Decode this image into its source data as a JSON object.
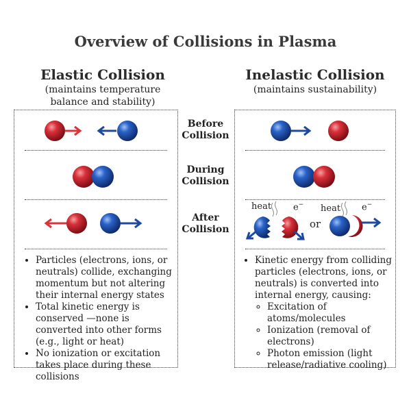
{
  "title": "Overview of Collisions in Plasma",
  "elastic": {
    "title": "Elastic Collision",
    "subtitle_1": "(maintains temperature",
    "subtitle_2": "balance and stability)",
    "notes": [
      "Particles (electrons, ions, or neutrals) collide, exchanging momentum but not altering their internal energy states",
      "Total kinetic energy is conserved —none is converted into other forms (e.g., light or heat)",
      "No ionization or excitation takes place during these collisions"
    ]
  },
  "inelastic": {
    "title": "Inelastic Collision",
    "subtitle": "(maintains sustainability)",
    "note": "Kinetic energy from colliding particles (electrons, ions, or neutrals) is converted into internal energy, causing:",
    "sub_notes": [
      "Excitation of atoms/molecules",
      "Ionization (removal of electrons)",
      "Photon emission (light release/radiative cooling)"
    ],
    "heat_label": "heat",
    "electron_label": "e",
    "electron_sup": "−",
    "or_label": "or"
  },
  "stages": {
    "before_1": "Before",
    "before_2": "Collision",
    "during_1": "During",
    "during_2": "Collision",
    "after_1": "After",
    "after_2": "Collision"
  },
  "colors": {
    "red_particle": "#c8202a",
    "blue_particle": "#1f4fa8",
    "red_arrow": "#d8343a",
    "blue_arrow": "#1e4a9e"
  }
}
